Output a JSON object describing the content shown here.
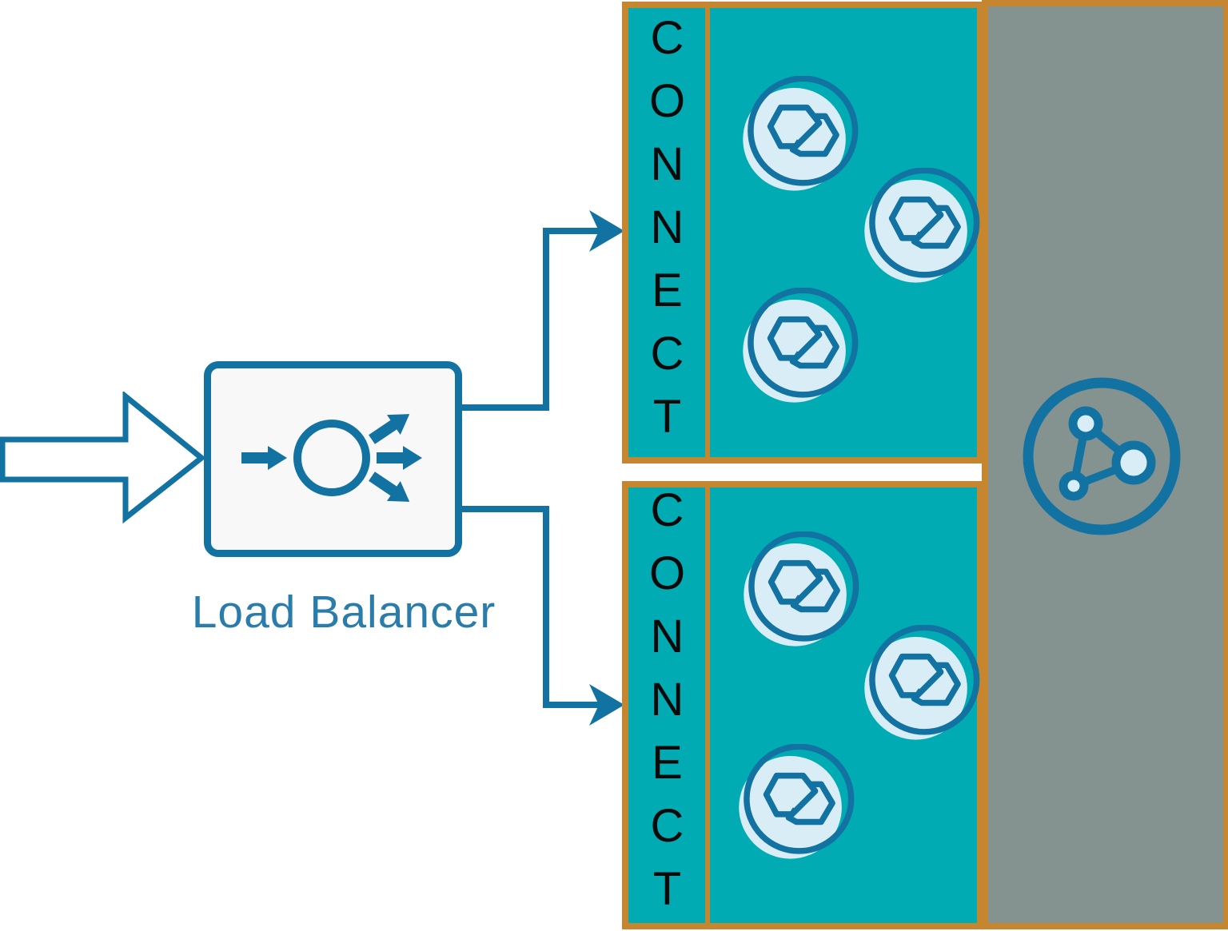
{
  "colors": {
    "teal": "#00abb3",
    "orange": "#c5862f",
    "blue": "#1272a2",
    "light_blue": "#d9edf7",
    "gray": "#859390",
    "label_blue": "#2a7cab",
    "connect_text": "#0a0a0a",
    "lb_fill": "#f8f8f8"
  },
  "input_arrow": {
    "icon": "inbound-traffic-arrow-icon"
  },
  "load_balancer": {
    "label": "Load Balancer",
    "icon": "load-balancer-distribution-icon"
  },
  "connections": {
    "arrow_icon": "flow-arrowhead-icon",
    "count": 2
  },
  "workers": [
    {
      "label": "CONNECT",
      "connector_icons": [
        "connector-icon",
        "connector-icon",
        "connector-icon"
      ]
    },
    {
      "label": "CONNECT",
      "connector_icons": [
        "connector-icon",
        "connector-icon",
        "connector-icon"
      ]
    }
  ],
  "cluster_panel": {
    "icon": "network-nodes-icon"
  }
}
